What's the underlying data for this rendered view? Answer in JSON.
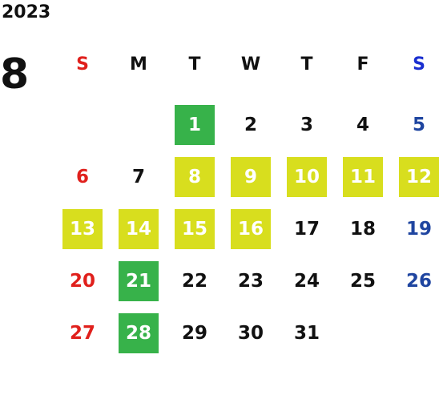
{
  "calendar": {
    "year": "2023",
    "month": "8",
    "weekdays": [
      "S",
      "M",
      "T",
      "W",
      "T",
      "F",
      "S"
    ],
    "weeks": [
      [
        {
          "day": "",
          "highlight": "none"
        },
        {
          "day": "",
          "highlight": "none"
        },
        {
          "day": "1",
          "highlight": "green"
        },
        {
          "day": "2",
          "highlight": "none"
        },
        {
          "day": "3",
          "highlight": "none"
        },
        {
          "day": "4",
          "highlight": "none"
        },
        {
          "day": "5",
          "highlight": "none"
        }
      ],
      [
        {
          "day": "6",
          "highlight": "none"
        },
        {
          "day": "7",
          "highlight": "none"
        },
        {
          "day": "8",
          "highlight": "yellow"
        },
        {
          "day": "9",
          "highlight": "yellow"
        },
        {
          "day": "10",
          "highlight": "yellow"
        },
        {
          "day": "11",
          "highlight": "yellow"
        },
        {
          "day": "12",
          "highlight": "yellow"
        }
      ],
      [
        {
          "day": "13",
          "highlight": "yellow"
        },
        {
          "day": "14",
          "highlight": "yellow"
        },
        {
          "day": "15",
          "highlight": "yellow"
        },
        {
          "day": "16",
          "highlight": "yellow"
        },
        {
          "day": "17",
          "highlight": "none"
        },
        {
          "day": "18",
          "highlight": "none"
        },
        {
          "day": "19",
          "highlight": "none"
        }
      ],
      [
        {
          "day": "20",
          "highlight": "none"
        },
        {
          "day": "21",
          "highlight": "green"
        },
        {
          "day": "22",
          "highlight": "none"
        },
        {
          "day": "23",
          "highlight": "none"
        },
        {
          "day": "24",
          "highlight": "none"
        },
        {
          "day": "25",
          "highlight": "none"
        },
        {
          "day": "26",
          "highlight": "none"
        }
      ],
      [
        {
          "day": "27",
          "highlight": "none"
        },
        {
          "day": "28",
          "highlight": "green"
        },
        {
          "day": "29",
          "highlight": "none"
        },
        {
          "day": "30",
          "highlight": "none"
        },
        {
          "day": "31",
          "highlight": "none"
        },
        {
          "day": "",
          "highlight": "none"
        },
        {
          "day": "",
          "highlight": "none"
        }
      ]
    ]
  },
  "colors": {
    "sunday": "#e0201c",
    "saturday": "#1f45a0",
    "saturday_header": "#1a2fd0",
    "highlight_green": "#37b24a",
    "highlight_yellow": "#d8de1e",
    "text": "#111111"
  }
}
